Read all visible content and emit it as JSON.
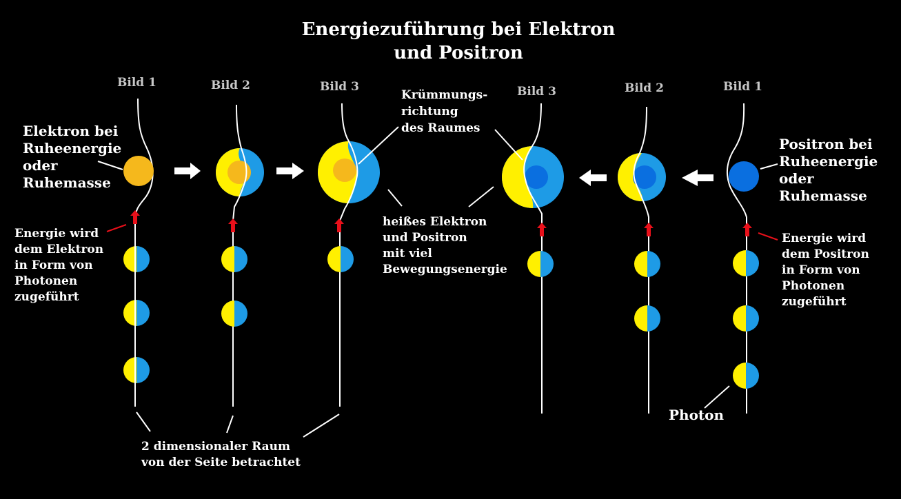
{
  "title": {
    "line1": "Energiezuführung bei Elektron",
    "line2": "und Positron"
  },
  "columns": {
    "left_1": "Bild 1",
    "left_2": "Bild 2",
    "left_3": "Bild 3",
    "right_3": "Bild 3",
    "right_2": "Bild 2",
    "right_1": "Bild 1"
  },
  "labels": {
    "electron_rest": [
      "Elektron bei",
      "Ruheenergie",
      "oder",
      "Ruhemasse"
    ],
    "positron_rest": [
      "Positron bei",
      "Ruheenergie",
      "oder",
      "Ruhemasse"
    ],
    "energy_electron": [
      "Energie wird",
      "dem Elektron",
      "in Form von",
      "Photonen",
      "zugeführt"
    ],
    "energy_positron": [
      "Energie wird",
      "dem Positron",
      "in Form von",
      "Photonen",
      "zugeführt"
    ],
    "curvature": [
      "Krümmungs-",
      "richtung",
      "des Raumes"
    ],
    "hot": [
      "heißes Elektron",
      "und Positron",
      "mit viel",
      "Bewegungsenergie"
    ],
    "space": [
      "2 dimensionaler Raum",
      "von der Seite betrachtet"
    ],
    "photon": "Photon"
  },
  "colors": {
    "background": "#000000",
    "electron": "#F5B81C",
    "electron_core": "#F5B81C",
    "positron": "#0A6FE0",
    "positron_core": "#0A6FE0",
    "photon_yellow": "#FFF000",
    "photon_blue": "#1E9BE6",
    "hot_yellow": "#FFF000",
    "hot_blue": "#1E9BE6",
    "energy_arrow": "#E8101A",
    "process_arrow": "#FFFFFF",
    "line": "#FFFFFF"
  },
  "icons": {
    "photon": "half-yellow-half-blue-circle",
    "energy_arrow": "red-up-arrow",
    "process_arrow": "white-block-arrow"
  }
}
